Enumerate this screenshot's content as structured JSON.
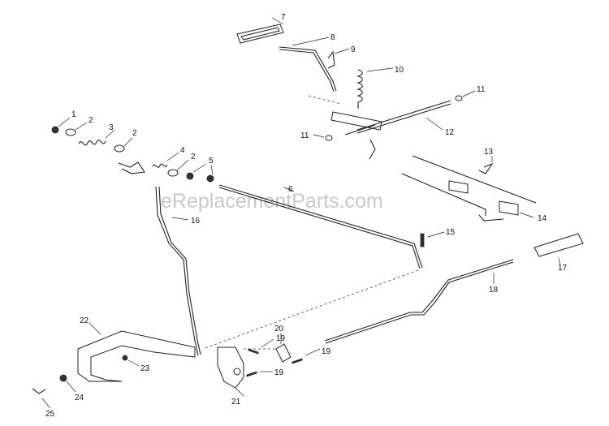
{
  "watermark": "eReplacementParts.com",
  "callouts": [
    {
      "id": "c1",
      "text": "1"
    },
    {
      "id": "c2a",
      "text": "2"
    },
    {
      "id": "c3",
      "text": "3"
    },
    {
      "id": "c2b",
      "text": "2"
    },
    {
      "id": "c4",
      "text": "4"
    },
    {
      "id": "c2c",
      "text": "2"
    },
    {
      "id": "c5",
      "text": "5"
    },
    {
      "id": "c6",
      "text": "6"
    },
    {
      "id": "c7",
      "text": "7"
    },
    {
      "id": "c8",
      "text": "8"
    },
    {
      "id": "c9",
      "text": "9"
    },
    {
      "id": "c10",
      "text": "10"
    },
    {
      "id": "c11a",
      "text": "11"
    },
    {
      "id": "c11b",
      "text": "11"
    },
    {
      "id": "c12",
      "text": "12"
    },
    {
      "id": "c13",
      "text": "13"
    },
    {
      "id": "c14",
      "text": "14"
    },
    {
      "id": "c15",
      "text": "15"
    },
    {
      "id": "c16",
      "text": "16"
    },
    {
      "id": "c17",
      "text": "17"
    },
    {
      "id": "c18",
      "text": "18"
    },
    {
      "id": "c19a",
      "text": "19"
    },
    {
      "id": "c19b",
      "text": "19"
    },
    {
      "id": "c19c",
      "text": "19"
    },
    {
      "id": "c20",
      "text": "20"
    },
    {
      "id": "c21",
      "text": "21"
    },
    {
      "id": "c22",
      "text": "22"
    },
    {
      "id": "c23",
      "text": "23"
    },
    {
      "id": "c24",
      "text": "24"
    },
    {
      "id": "c25",
      "text": "25"
    }
  ]
}
